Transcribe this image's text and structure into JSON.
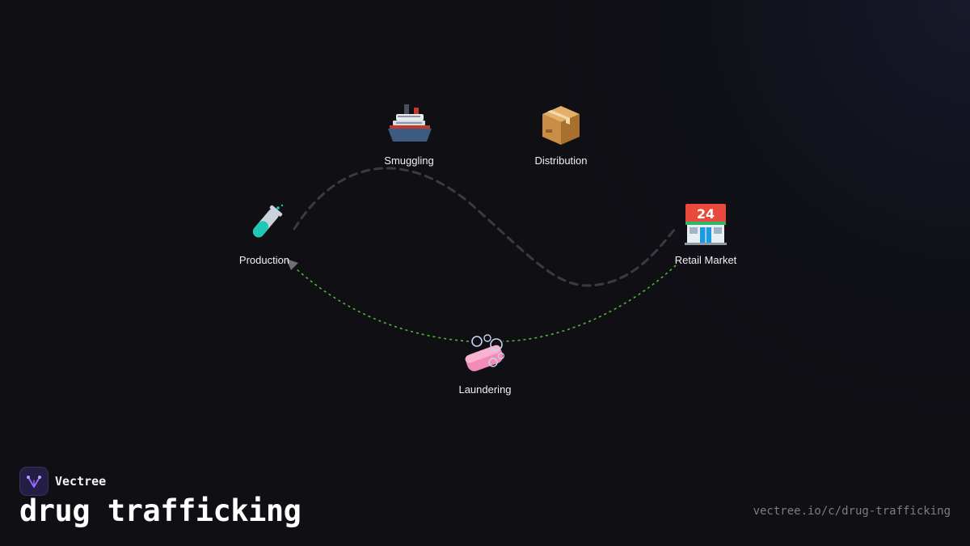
{
  "diagram": {
    "nodes": [
      {
        "id": "production",
        "label": "Production",
        "icon": "test-tube-icon"
      },
      {
        "id": "smuggling",
        "label": "Smuggling",
        "icon": "ship-icon"
      },
      {
        "id": "distribution",
        "label": "Distribution",
        "icon": "package-icon"
      },
      {
        "id": "retail",
        "label": "Retail Market",
        "icon": "convenience-store-icon"
      },
      {
        "id": "laundering",
        "label": "Laundering",
        "icon": "soap-icon"
      }
    ],
    "edges": [
      {
        "from": "production",
        "to": "retail",
        "style": "dashed",
        "color": "#3a3a40"
      },
      {
        "from": "retail",
        "to": "laundering",
        "style": "dotted",
        "color": "#4fb83a"
      },
      {
        "from": "laundering",
        "to": "production",
        "style": "dotted",
        "color": "#4fb83a"
      }
    ]
  },
  "brand": {
    "name": "Vectree",
    "logo_icon": "vectree-logo-icon",
    "accent": "#8b5cf6"
  },
  "footer": {
    "title": "drug trafficking",
    "url": "vectree.io/c/drug-trafficking"
  },
  "colors": {
    "background": "#0f0f14",
    "dashed_edge": "#3a3a40",
    "green_edge": "#4fb83a"
  }
}
